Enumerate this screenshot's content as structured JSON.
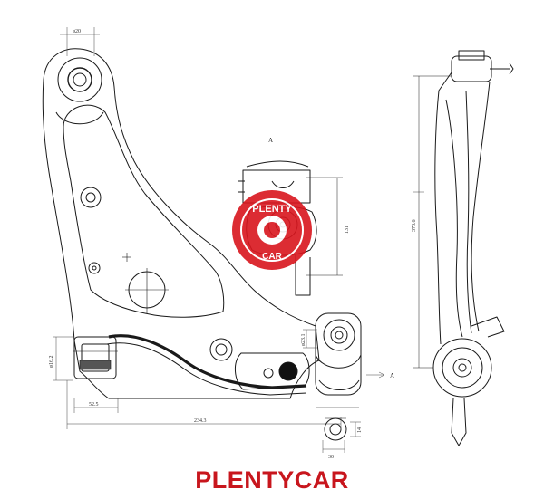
{
  "diagram": {
    "dimensions": {
      "d20": "ø20",
      "d16_2": "ø16.2",
      "d23_1": "ø23.1",
      "len_52_5": "52.5",
      "len_234_3": "234.3",
      "len_131": "131",
      "len_373_6": "373.6",
      "len_30": "30",
      "len_14": "14"
    },
    "view_label_top": "A",
    "view_label_side": "A"
  },
  "watermark": {
    "top_text": "PLENTY",
    "bottom_text": "CAR",
    "color": "#d9161e"
  },
  "brand": {
    "name": "PLENTYCAR",
    "color": "#c8161d"
  }
}
